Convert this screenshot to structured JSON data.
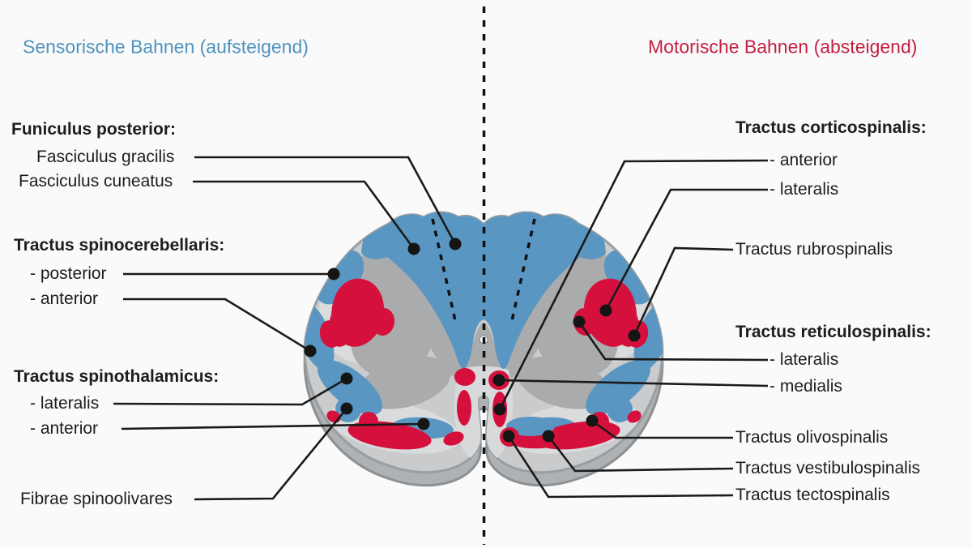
{
  "title_headers": {
    "sensory": "Sensorische Bahnen (aufsteigend)",
    "motor": "Motorische Bahnen (absteigend)"
  },
  "colors": {
    "sensory_header": "#4E93BE",
    "motor_header": "#C31F40",
    "sensory_tract_blue": "#5996C2",
    "motor_tract_red": "#D5103C",
    "white_matter_gray": "#C9CBCC",
    "gray_matter": "#A9ABAD",
    "background": "#FAFAFA",
    "leader_line": "#1A1A1A"
  },
  "labels": {
    "left": [
      {
        "text": "Funiculus posterior:",
        "bold": true
      },
      {
        "text": "Fasciculus gracilis",
        "bold": false
      },
      {
        "text": "Fasciculus cuneatus",
        "bold": false
      },
      {
        "text": "Tractus spinocerebellaris:",
        "bold": true
      },
      {
        "text": "- posterior",
        "bold": false
      },
      {
        "text": "- anterior",
        "bold": false
      },
      {
        "text": "Tractus spinothalamicus:",
        "bold": true
      },
      {
        "text": "- lateralis",
        "bold": false
      },
      {
        "text": "- anterior",
        "bold": false
      },
      {
        "text": "Fibrae spinoolivares",
        "bold": false
      }
    ],
    "right": [
      {
        "text": "Tractus corticospinalis:",
        "bold": true
      },
      {
        "text": "- anterior",
        "bold": false
      },
      {
        "text": "- lateralis",
        "bold": false
      },
      {
        "text": "Tractus rubrospinalis",
        "bold": false
      },
      {
        "text": "Tractus reticulospinalis:",
        "bold": true
      },
      {
        "text": "- lateralis",
        "bold": false
      },
      {
        "text": "- medialis",
        "bold": false
      },
      {
        "text": "Tractus olivospinalis",
        "bold": false
      },
      {
        "text": "Tractus vestibulospinalis",
        "bold": false
      },
      {
        "text": "Tractus tectospinalis",
        "bold": false
      }
    ]
  }
}
